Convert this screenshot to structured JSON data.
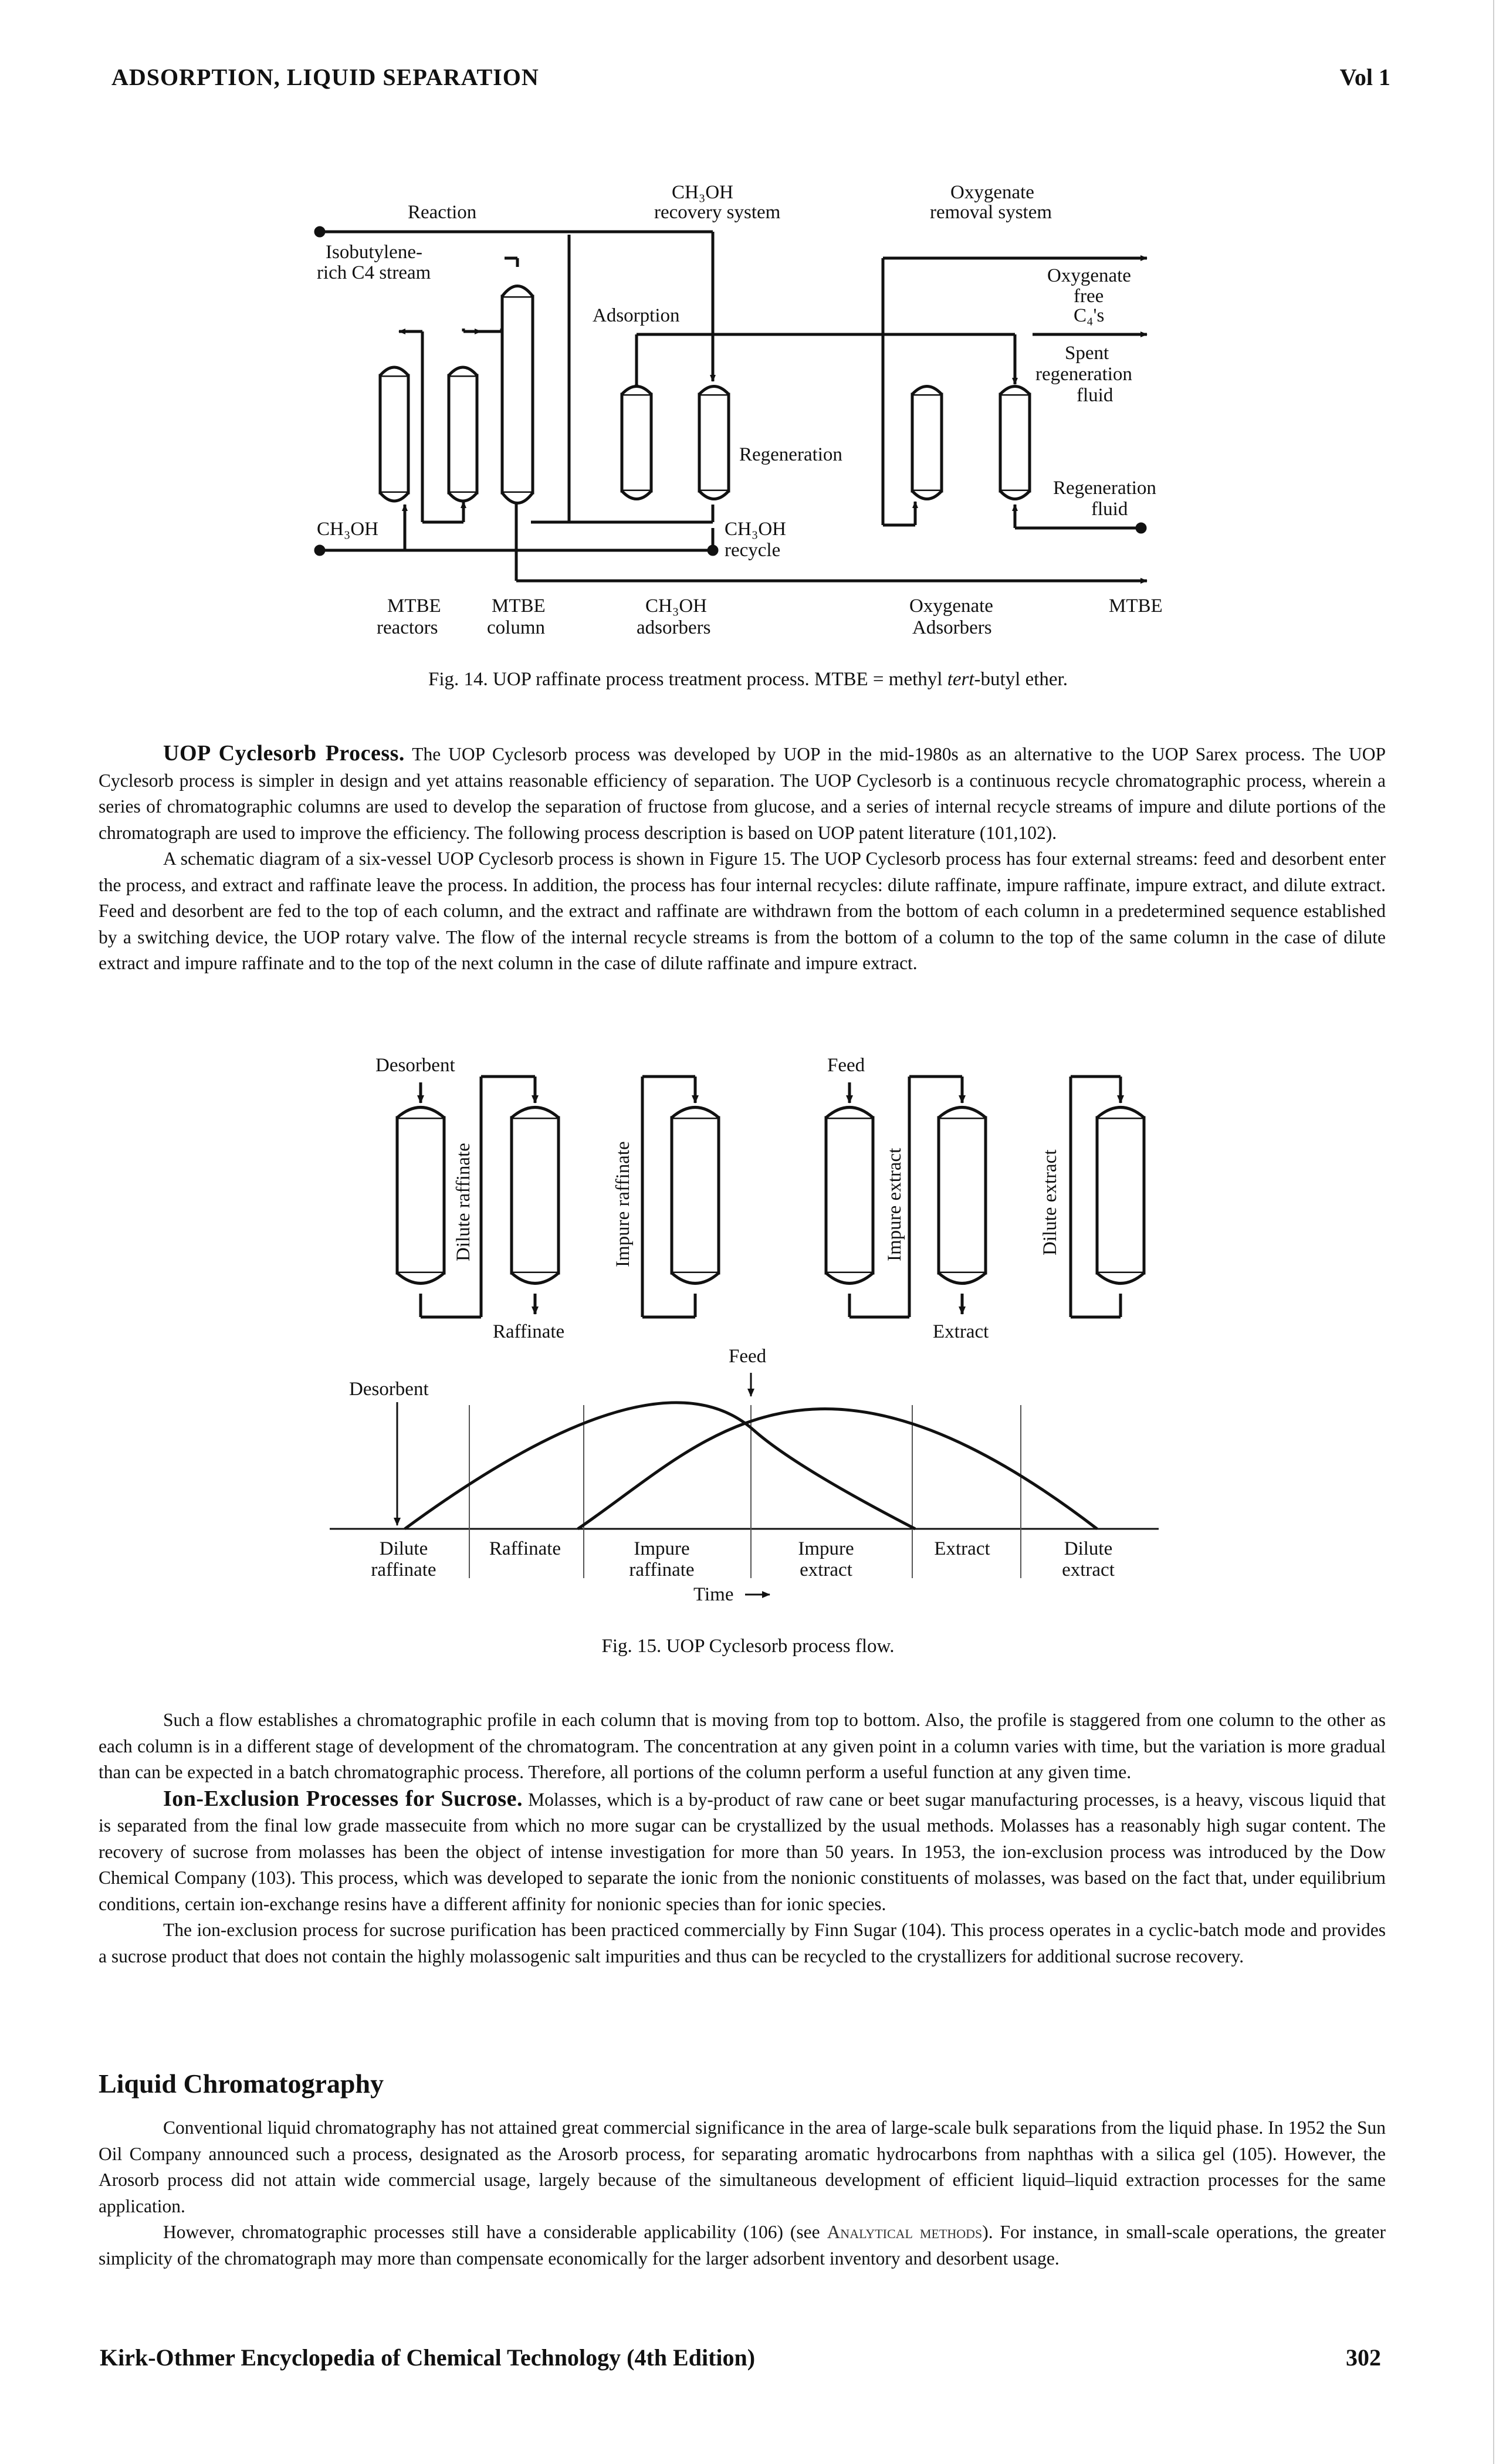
{
  "header": {
    "left": "ADSORPTION, LIQUID SEPARATION",
    "right": "Vol 1"
  },
  "fig14": {
    "labels": {
      "reaction": "Reaction",
      "ch3oh_recovery_1": "CH₃OH",
      "ch3oh_recovery_2": "recovery system",
      "oxygenate_removal_1": "Oxygenate",
      "oxygenate_removal_2": "removal system",
      "isobutylene_1": "Isobutylene-",
      "isobutylene_2": "rich C4 stream",
      "adsorption": "Adsorption",
      "oxygenate_free_1": "Oxygenate",
      "oxygenate_free_2": "free",
      "oxygenate_free_3": "C₄'s",
      "spent_1": "Spent",
      "spent_2": "regeneration",
      "spent_3": "fluid",
      "regeneration": "Regeneration",
      "regen_fluid_1": "Regeneration",
      "regen_fluid_2": "fluid",
      "ch3oh_left": "CH₃OH",
      "ch3oh_recycle_1": "CH₃OH",
      "ch3oh_recycle_2": "recycle",
      "mtbe_reactors_1": "MTBE",
      "mtbe_reactors_2": "reactors",
      "mtbe_column_1": "MTBE",
      "mtbe_column_2": "column",
      "ch3oh_adsorbers_1": "CH₃OH",
      "ch3oh_adsorbers_2": "adsorbers",
      "oxygenate_adsorbers_1": "Oxygenate",
      "oxygenate_adsorbers_2": "Adsorbers",
      "mtbe_out": "MTBE"
    },
    "caption_pre": "Fig. 14. UOP raffinate process treatment process. MTBE = methyl ",
    "caption_italic": "tert",
    "caption_post": "-butyl ether."
  },
  "para1": {
    "runin": "UOP Cyclesorb Process.",
    "text": " The UOP Cyclesorb process was developed by UOP in the mid-1980s as an alternative to the UOP Sarex process. The UOP Cyclesorb process is simpler in design and yet attains reasonable efficiency of separation. The UOP Cyclesorb is a continuous recycle chromatographic process, wherein a series of chromatographic columns are used to develop the separation of fructose from glucose, and a series of internal recycle streams of impure and dilute portions of the chromatograph are used to improve the efficiency. The following process description is based on UOP patent literature (101,102)."
  },
  "para2": "A schematic diagram of a six-vessel UOP Cyclesorb process is shown in Figure 15. The UOP Cyclesorb process has four external streams: feed and desorbent enter the process, and extract and raffinate leave the process. In addition, the process has four internal recycles: dilute raffinate, impure raffinate, impure extract, and dilute extract. Feed and desorbent are fed to the top of each column, and the extract and raffinate are withdrawn from the bottom of each column in a predetermined sequence established by a switching device, the UOP rotary valve. The flow of the internal recycle streams is from the bottom of a column to the top of the same column in the case of dilute extract and impure raffinate and to the top of the next column in the case of dilute raffinate and impure extract.",
  "fig15": {
    "top": {
      "desorbent": "Desorbent",
      "feed": "Feed",
      "dilute_raffinate": "Dilute raffinate",
      "impure_raffinate": "Impure raffinate",
      "impure_extract": "Impure extract",
      "dilute_extract": "Dilute extract",
      "raffinate": "Raffinate",
      "extract": "Extract"
    },
    "bottom": {
      "feed": "Feed",
      "desorbent": "Desorbent",
      "zones": [
        [
          "Dilute",
          "raffinate"
        ],
        [
          "Raffinate",
          ""
        ],
        [
          "Impure",
          "raffinate"
        ],
        [
          "Impure",
          "extract"
        ],
        [
          "Extract",
          ""
        ],
        [
          "Dilute",
          "extract"
        ]
      ],
      "time": "Time"
    },
    "caption": "Fig. 15. UOP Cyclesorb process flow."
  },
  "para3": "Such a flow establishes a chromatographic profile in each column that is moving from top to bottom. Also, the profile is staggered from one column to the other as each column is in a different stage of development of the chromatogram. The concentration at any given point in a column varies with time, but the variation is more gradual than can be expected in a batch chromatographic process. Therefore, all portions of the column perform a useful function at any given time.",
  "para4": {
    "runin": "Ion-Exclusion Processes for Sucrose.",
    "text": " Molasses, which is a by-product of raw cane or beet sugar manufacturing processes, is a heavy, viscous liquid that is separated from the final low grade massecuite from which no more sugar can be crystallized by the usual methods. Molasses has a reasonably high sugar content. The recovery of sucrose from molasses has been the object of intense investigation for more than 50 years. In 1953, the ion-exclusion process was introduced by the Dow Chemical Company (103). This process, which was developed to separate the ionic from the nonionic constituents of molasses, was based on the fact that, under equilibrium conditions, certain ion-exchange resins have a different affinity for nonionic species than for ionic species."
  },
  "para5": "The ion-exclusion process for sucrose purification has been practiced commercially by Finn Sugar (104). This process operates in a cyclic-batch mode and provides a sucrose product that does not contain the highly molassogenic salt impurities and thus can be recycled to the crystallizers for additional sucrose recovery.",
  "section": "Liquid Chromatography",
  "para6": "Conventional liquid chromatography has not attained great commercial significance in the area of large-scale bulk separations from the liquid phase. In 1952 the Sun Oil Company announced such a process, designated as the Arosorb process, for separating aromatic hydrocarbons from naphthas with a silica gel (105). However, the Arosorb process did not attain wide commercial usage, largely because of the simultaneous development of efficient liquid–liquid extraction processes for the same application.",
  "para7": {
    "pre": "However, chromatographic processes still have a considerable applicability (106) (see ",
    "link": "Analytical methods",
    "post": "). For instance, in small-scale operations, the greater simplicity of the chromatograph may more than compensate economically for the larger adsorbent inventory and desorbent usage."
  },
  "footer": {
    "left": "Kirk-Othmer Encyclopedia of Chemical Technology (4th Edition)",
    "right": "302"
  }
}
